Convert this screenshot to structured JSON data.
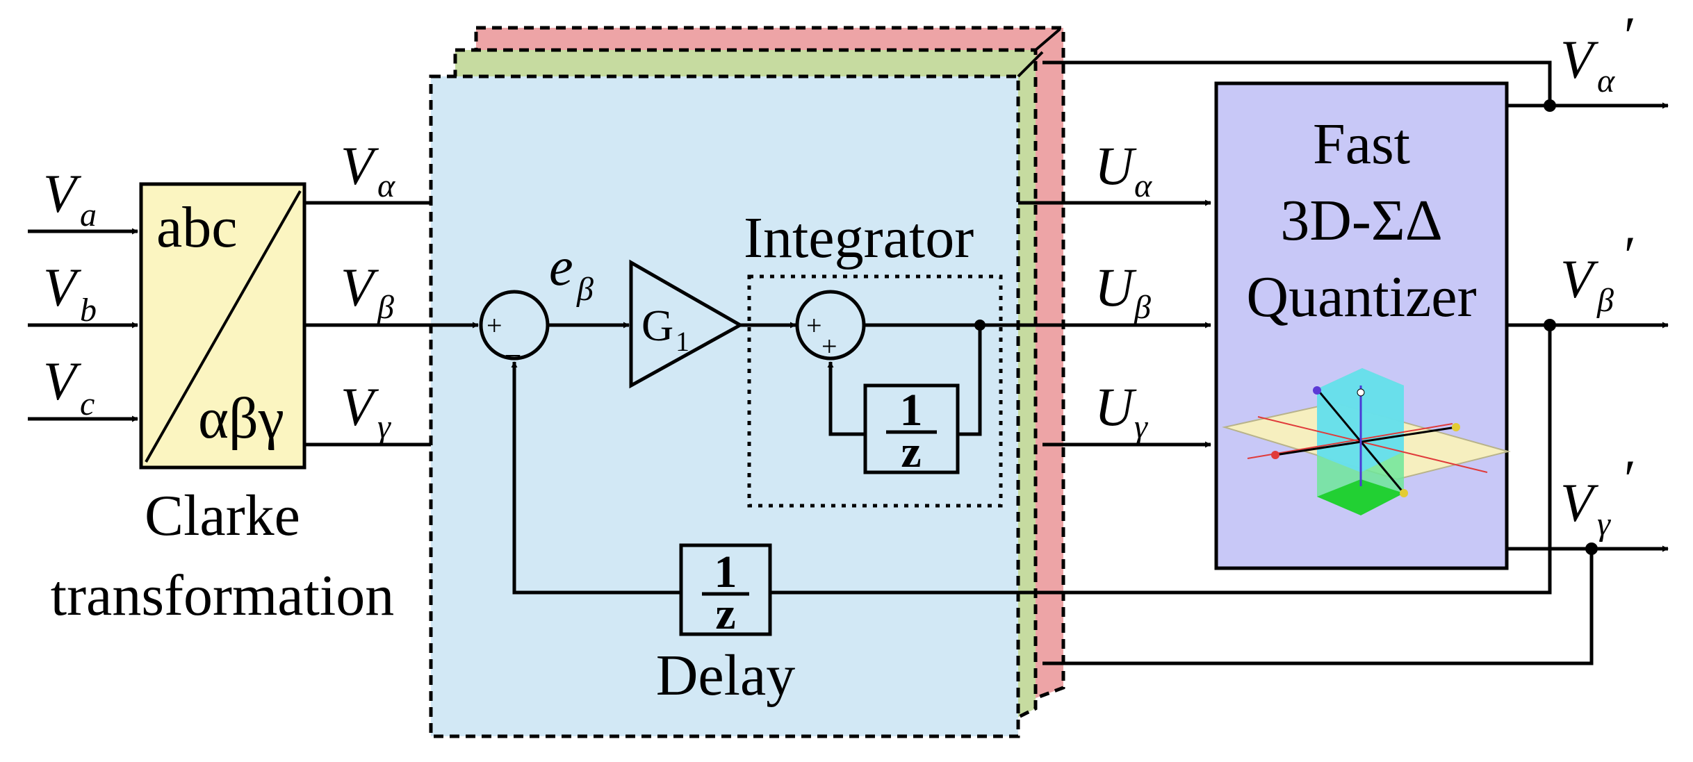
{
  "inputs": {
    "va": {
      "main": "V",
      "sub": "a"
    },
    "vb": {
      "main": "V",
      "sub": "b"
    },
    "vc": {
      "main": "V",
      "sub": "c"
    }
  },
  "clarke": {
    "top_label": "abc",
    "bottom_label": "αβγ",
    "caption_line1": "Clarke",
    "caption_line2": "transformation",
    "fill": "#fbf5c1"
  },
  "clarke_outputs": {
    "valpha": {
      "main": "V",
      "sub": "α"
    },
    "vbeta": {
      "main": "V",
      "sub": "β"
    },
    "vgamma": {
      "main": "V",
      "sub": "γ"
    }
  },
  "loop": {
    "error": {
      "main": "e",
      "sub": "β"
    },
    "sum_plus": "+",
    "sum_minus": "_",
    "gain": {
      "main": "G",
      "sub": "1"
    },
    "integrator_title": "Integrator",
    "int_plus_a": "+",
    "int_plus_b": "+",
    "int_delay_num": "1",
    "int_delay_den": "z",
    "delay_num": "1",
    "delay_den": "z",
    "delay_caption": "Delay",
    "panel_fill": "#d2e8f5",
    "panel_green": "#c6dba0",
    "panel_red": "#eda4a6"
  },
  "quant_inputs": {
    "ualpha": {
      "main": "U",
      "sub": "α"
    },
    "ubeta": {
      "main": "U",
      "sub": "β"
    },
    "ugamma": {
      "main": "U",
      "sub": "γ"
    }
  },
  "quantizer": {
    "line1": "Fast",
    "line2": "3D-ΣΔ",
    "line3": "Quantizer",
    "fill": "#c8c8f7"
  },
  "outputs": {
    "valpha": {
      "main": "V",
      "sub": "α",
      "prime": "′"
    },
    "vbeta": {
      "main": "V",
      "sub": "β",
      "prime": "′"
    },
    "vgamma": {
      "main": "V",
      "sub": "γ",
      "prime": "′"
    }
  }
}
